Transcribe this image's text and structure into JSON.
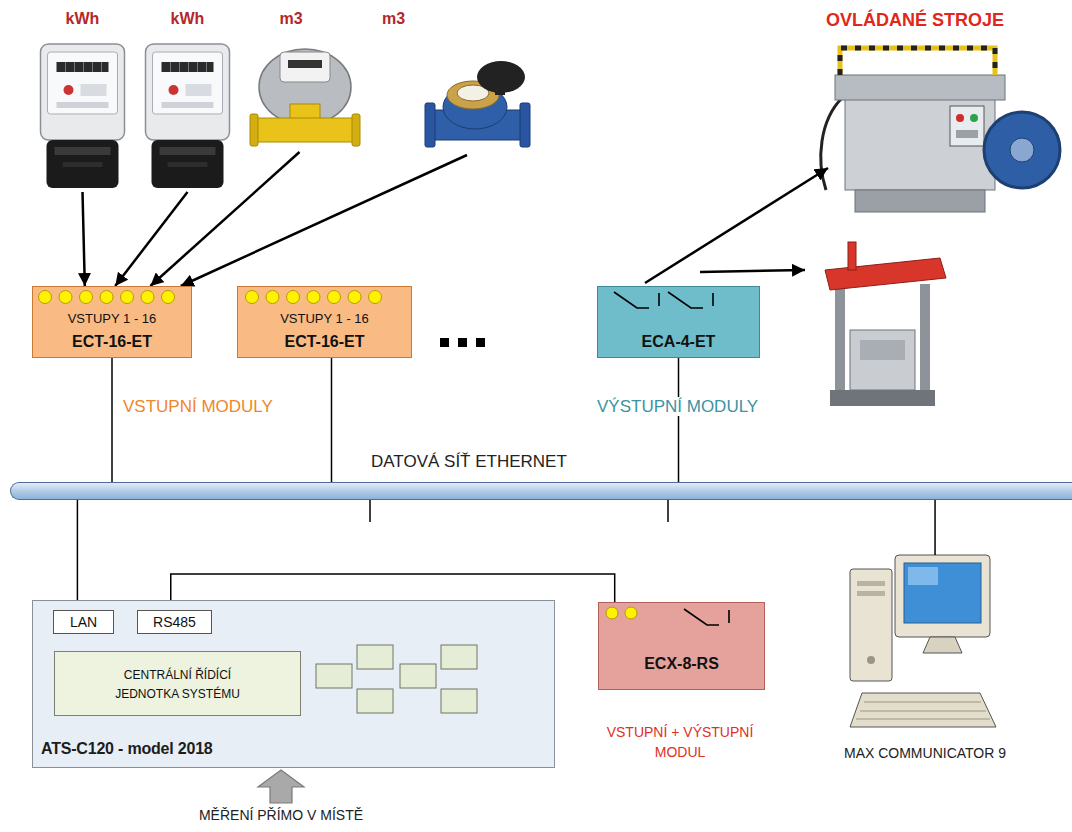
{
  "diagram": {
    "nodes": [
      {
        "text": [
          "kWh"
        ]
      },
      {
        "text": [
          "kWh"
        ]
      },
      {
        "text": [
          "m3"
        ]
      },
      {
        "text": [
          "m3"
        ]
      },
      {
        "text": [
          "VSTUPY 1 - 16",
          "ECT-16-ET"
        ]
      },
      {
        "text": [
          "VSTUPY 1 - 16",
          "ECT-16-ET"
        ]
      },
      {
        "text": [
          "ECA-4-ET"
        ]
      },
      {
        "text": [
          "DATOVÁ SÍŤ ETHERNET"
        ]
      },
      {
        "text": [
          "ATS-C120 - model 2018"
        ]
      },
      {
        "text": [
          "LAN"
        ],
        "in": 8
      },
      {
        "text": [
          "RS485"
        ],
        "in": 8
      },
      {
        "text": [
          "CENTRÁLNÍ ŘÍDÍCÍ JEDNOTKA SYSTÉMU"
        ],
        "in": 8
      },
      {
        "text": [
          "ECX-8-RS"
        ]
      },
      {
        "text": [
          "MAX COMMUNICATOR 9"
        ]
      }
    ],
    "edges": [
      {
        "from": 0,
        "to": 4,
        "arrow": "to"
      },
      {
        "from": 1,
        "to": 4,
        "arrow": "to"
      },
      {
        "from": 2,
        "to": 4,
        "arrow": "to"
      },
      {
        "from": 3,
        "to": 4,
        "arrow": "to"
      },
      {
        "from": 4,
        "to": 7,
        "arrow": "none"
      },
      {
        "from": 5,
        "to": 7,
        "arrow": "none"
      },
      {
        "from": 6,
        "to": 7,
        "arrow": "none"
      },
      {
        "from": 9,
        "to": 7,
        "arrow": "none"
      },
      {
        "from": 10,
        "to": 12,
        "arrow": "none"
      },
      {
        "from": 7,
        "to": 13,
        "arrow": "none"
      }
    ],
    "labels": [
      "OVLÁDANÉ STROJE",
      "VSTUPNÍ MODULY",
      "VÝSTUPNÍ MODULY",
      "VSTUPNÍ + VÝSTUPNÍ MODUL",
      "MĚŘENÍ PŘÍMO V MÍSTĚ"
    ]
  }
}
